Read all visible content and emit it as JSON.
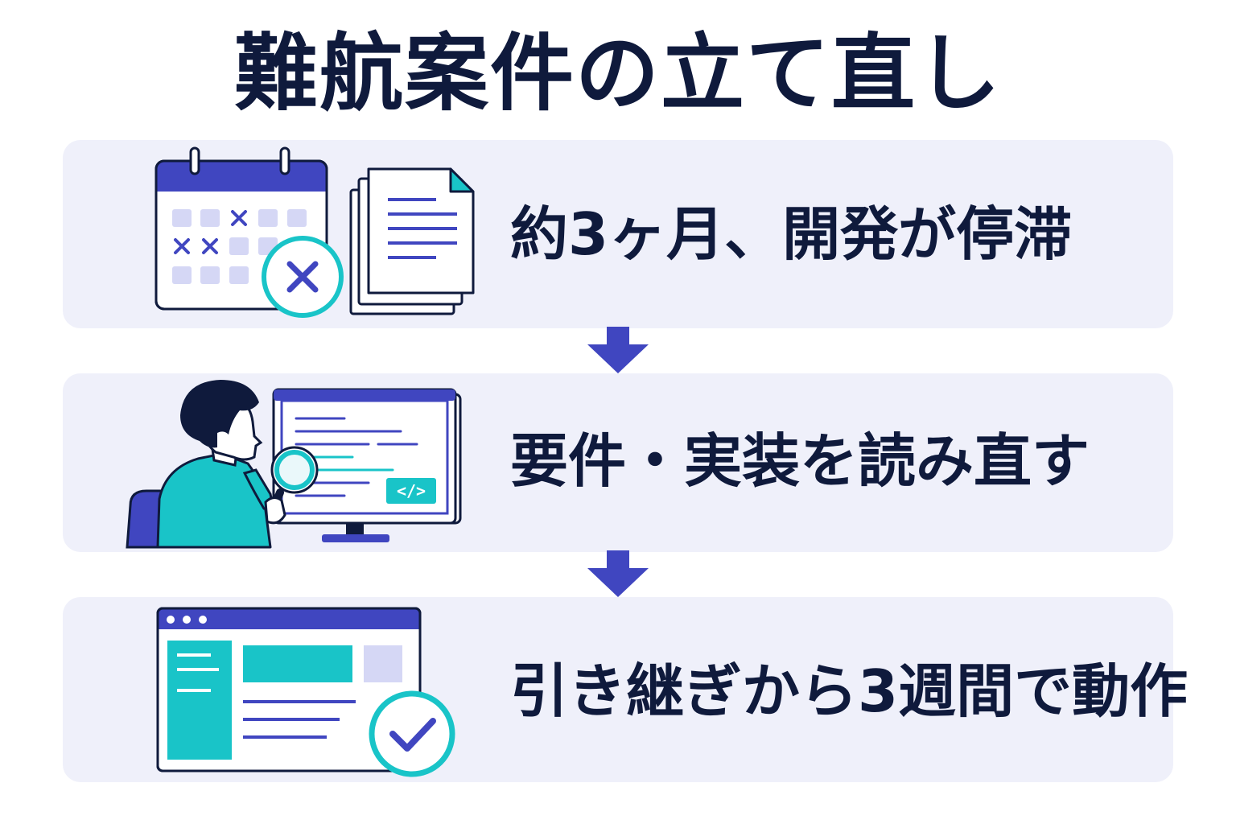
{
  "title": "難航案件の立て直し",
  "steps": [
    {
      "text": "約3ヶ月、開発が停滞",
      "icon": "calendar-x-icon"
    },
    {
      "text": "要件・実装を読み直す",
      "icon": "person-magnifier-monitor-icon"
    },
    {
      "text": "引き継ぎから3週間で動作",
      "icon": "browser-check-icon"
    }
  ],
  "colors": {
    "title": "#0f1a3c",
    "card_bg": "#eff0fa",
    "accent_blue": "#4046c0",
    "accent_teal": "#19c4c8",
    "light_purple": "#d5d7f5"
  }
}
